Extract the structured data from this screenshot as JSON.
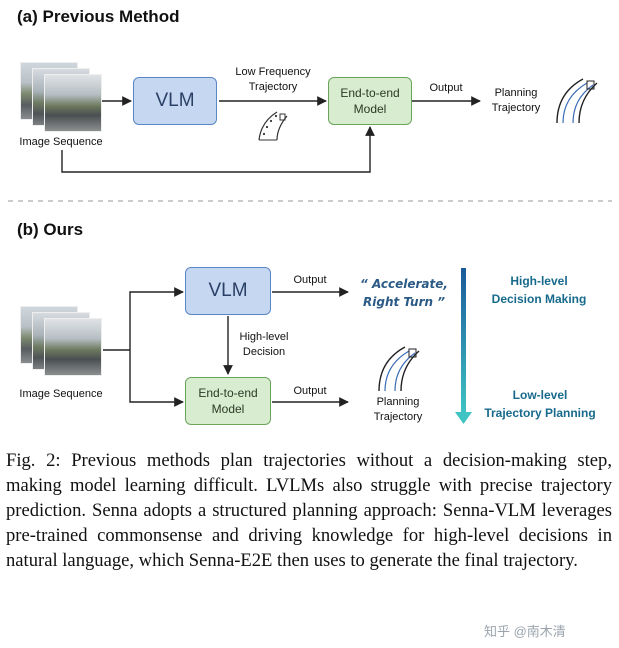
{
  "section_a": {
    "title": "(a) Previous Method",
    "image_label": "Image Sequence",
    "vlm_label": "VLM",
    "low_freq_label_line1": "Low Frequency",
    "low_freq_label_line2": "Trajectory",
    "e2e_line1": "End-to-end",
    "e2e_line2": "Model",
    "output_label": "Output",
    "planning_line1": "Planning",
    "planning_line2": "Trajectory"
  },
  "section_b": {
    "title": "(b) Ours",
    "image_label": "Image Sequence",
    "vlm_label": "VLM",
    "output_label_top": "Output",
    "quote_line1": "“ Accelerate,",
    "quote_line2": "Right Turn ”",
    "decision_line1": "High-level",
    "decision_line2": "Decision",
    "e2e_line1": "End-to-end",
    "e2e_line2": "Model",
    "output_label_bottom": "Output",
    "planning_line1": "Planning",
    "planning_line2": "Trajectory",
    "high_level_line1": "High-level",
    "high_level_line2": "Decision Making",
    "low_level_line1": "Low-level",
    "low_level_line2": "Trajectory Planning"
  },
  "caption": "Fig. 2: Previous methods plan trajectories without a decision-making step, making model learning difficult. LVLMs also struggle with precise trajectory prediction. Senna adopts a structured planning approach: Senna-VLM leverages pre-trained commonsense and driving knowledge for high-level decisions in natural language, which Senna-E2E then uses to generate the final trajectory.",
  "watermark": "知乎 @南木清",
  "colors": {
    "vlm_fill": "#c6d8f1",
    "vlm_border": "#5b86c4",
    "e2e_fill": "#d8ecd0",
    "e2e_border": "#6ca45c",
    "quote_text": "#2a5a85",
    "teal_text": "#176a8c"
  }
}
